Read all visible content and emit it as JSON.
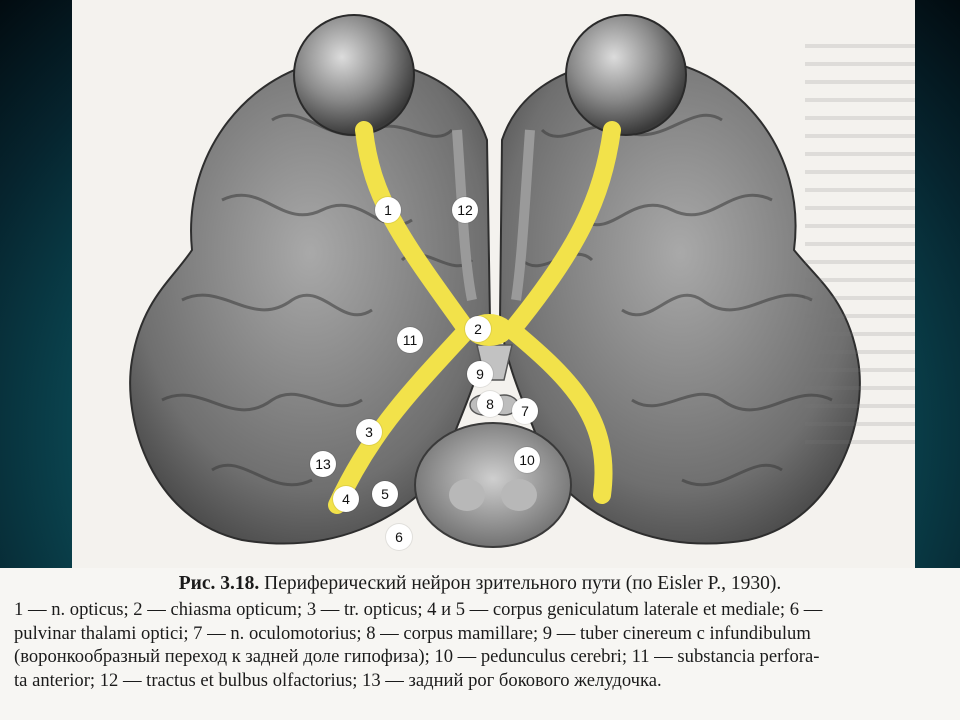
{
  "figure": {
    "markers": [
      "1",
      "2",
      "3",
      "4",
      "5",
      "6",
      "7",
      "8",
      "9",
      "10",
      "11",
      "12",
      "13"
    ]
  },
  "caption": {
    "figure_number": "Рис. 3.18.",
    "title": "Периферический нейрон зрительного пути (по Eisler P., 1930).",
    "legend_lines": [
      "1 — n. opticus; 2 — chiasma opticum; 3 — tr. opticus; 4 и 5 — corpus geniculatum laterale et mediale; 6 —",
      "pulvinar thalami optici; 7 — n. oculomotorius; 8 — corpus mamillare; 9 — tuber cinereum с infundibulum",
      "(воронкообразный переход к задней доле гипофиза); 10 — pedunculus cerebri; 11 — substancia perfora-",
      "ta anterior; 12 — tractus et bulbus olfactorius; 13 — задний рог бокового желудочка."
    ]
  },
  "colors": {
    "background_teal": "#0d5a66",
    "optic_pathway": "#f2e24a",
    "brain_gray": "#7c7c7c",
    "caption_bg": "#f7f6f3"
  }
}
